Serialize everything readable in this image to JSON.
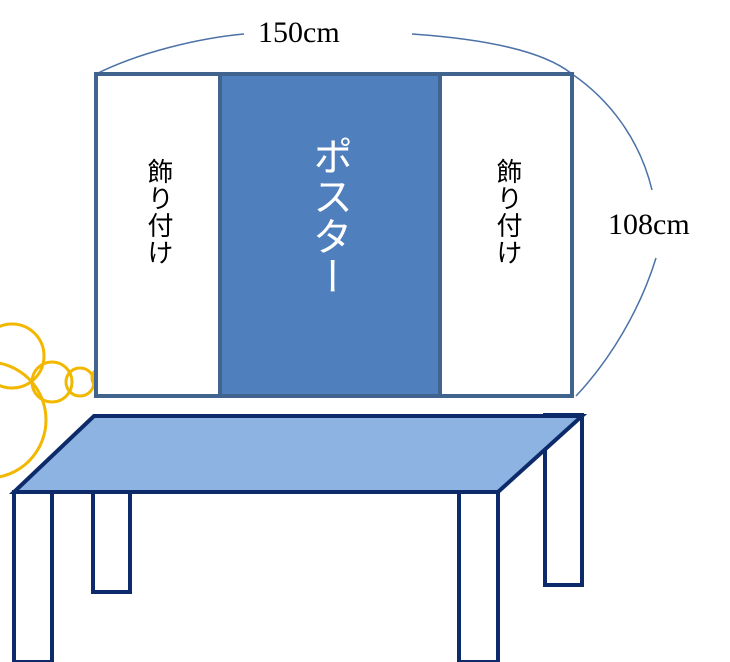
{
  "dimensions": {
    "width_label": "150cm",
    "height_label": "108cm"
  },
  "panels": {
    "left_label": "飾り付け",
    "center_label": "ポスター",
    "right_label": "飾り付け"
  },
  "colors": {
    "board_outline": "#41648f",
    "poster_fill": "#4f80bd",
    "deco_fill": "#ffffff",
    "table_top": "#8db3e2",
    "table_outline": "#0d2a6b",
    "table_legs": "#ffffff",
    "balloons": "#f2b800",
    "dimension_lines": "#4a72a8"
  }
}
